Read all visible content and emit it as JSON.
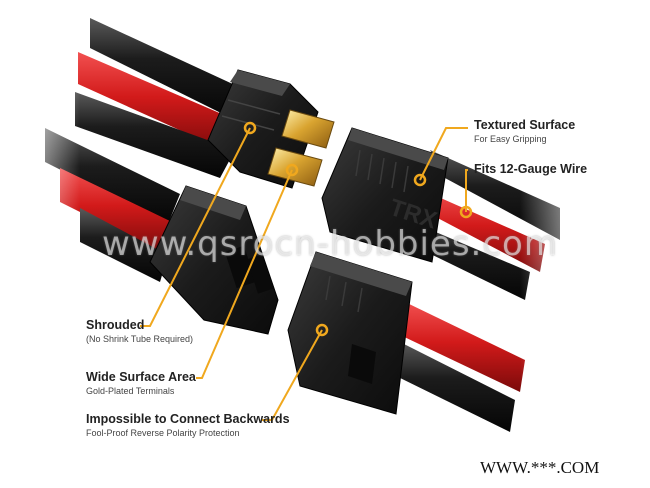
{
  "callouts": {
    "textured": {
      "title": "Textured Surface",
      "sub": "For Easy Gripping"
    },
    "gauge": {
      "title": "Fits 12-Gauge Wire"
    },
    "shrouded": {
      "title": "Shrouded",
      "sub": "(No Shrink Tube Required)"
    },
    "wide": {
      "title": "Wide Surface Area",
      "sub": "Gold-Plated Terminals"
    },
    "backwards": {
      "title": "Impossible to Connect Backwards",
      "sub": "Fool-Proof Reverse Polarity Protection"
    }
  },
  "connector_label": "TRX",
  "watermark": "www.qsrocn-hobbies.com",
  "footer_mark": "WWW.***.COM",
  "colors": {
    "callout_line": "#f0a81e",
    "wire_red": "#d81e1e",
    "wire_black": "#151515"
  }
}
